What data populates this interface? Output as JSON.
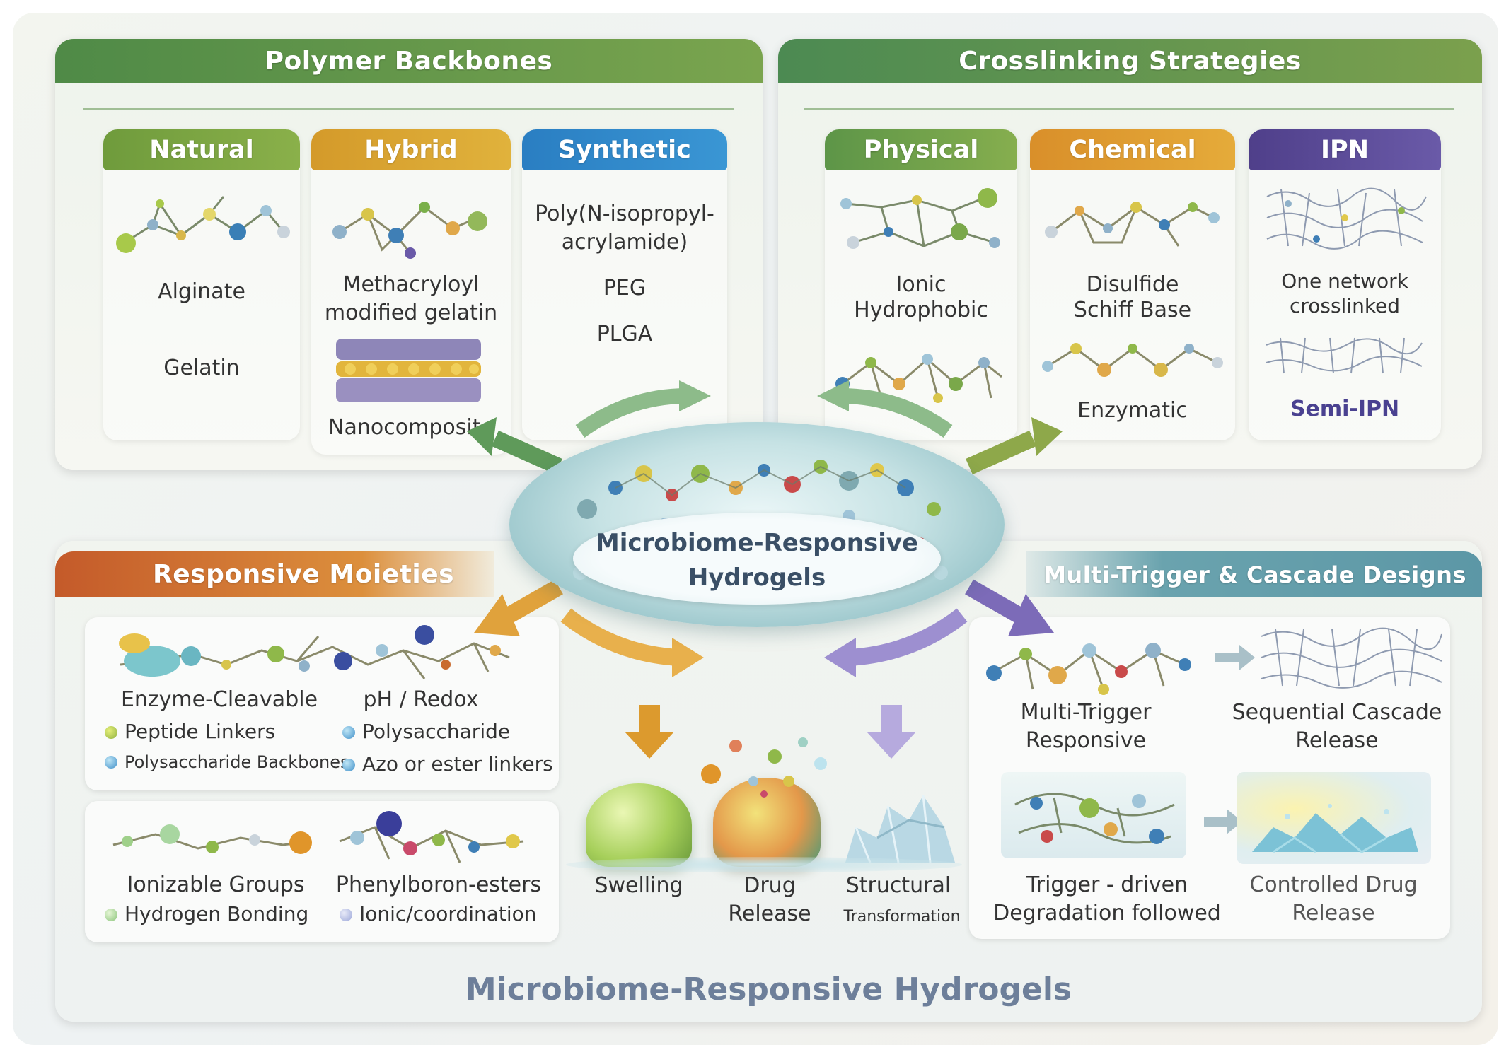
{
  "title_bottom": "Microbiome-Responsive Hydrogels",
  "center_label": [
    "Microbiome-Responsive",
    "Hydrogels"
  ],
  "polymer": {
    "title": "Polymer Backbones",
    "natural": {
      "head": "Natural",
      "items": [
        "Alginate",
        "Gelatin"
      ]
    },
    "hybrid": {
      "head": "Hybrid",
      "items": [
        "Methacryloyl",
        "modified gelatin",
        "Nanocomposite"
      ]
    },
    "synthetic": {
      "head": "Synthetic",
      "items": [
        "Poly(N-isopropyl-",
        "acrylamide)",
        "PEG",
        "PLGA"
      ]
    }
  },
  "crosslink": {
    "title": "Crosslinking Strategies",
    "physical": {
      "head": "Physical",
      "items": [
        "Ionic",
        "Hydrophobic"
      ]
    },
    "chemical": {
      "head": "Chemical",
      "items": [
        "Disulfide",
        "Schiff Base",
        "Enzymatic"
      ]
    },
    "ipn": {
      "head": "IPN",
      "items": [
        "One network",
        "crosslinked",
        "Semi-IPN"
      ]
    }
  },
  "moieties": {
    "title": "Responsive Moieties",
    "card1": {
      "left_title": "Enzyme-Cleavable",
      "right_title": "pH / Redox",
      "left_items": [
        "Peptide Linkers",
        "Polysaccharide Backbones"
      ],
      "right_items": [
        "Polysaccharide",
        "Azo or ester linkers"
      ]
    },
    "card2": {
      "left_title": "Ionizable Groups",
      "right_title": "Phenylboron-esters",
      "left_items": [
        "Hydrogen Bonding"
      ],
      "right_items": [
        "Ionic/coordination"
      ]
    }
  },
  "outcomes": {
    "swelling": "Swelling",
    "drug_release": "Drug Release",
    "structural": "Structural",
    "transformation": "Transformation"
  },
  "cascade": {
    "title": "Multi-Trigger & Cascade Designs",
    "multi": [
      "Multi-Trigger",
      "Responsive"
    ],
    "sequential": [
      "Sequential Cascade",
      "Release"
    ],
    "trigger": [
      "Trigger - driven",
      "Degradation followed"
    ],
    "controlled": [
      "Controlled Drug",
      "Release"
    ]
  },
  "colors": {
    "green": "#5f9146",
    "olive": "#7c9a3a",
    "amber": "#d9a12c",
    "blue": "#2f86c8",
    "orange": "#c96a2e",
    "purple": "#5b4f96",
    "teal": "#5c97a6"
  }
}
